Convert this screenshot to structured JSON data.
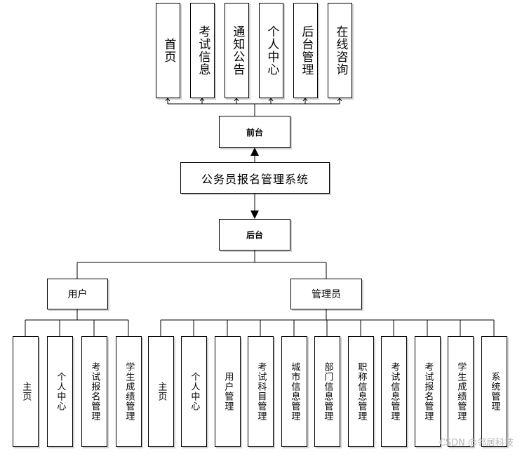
{
  "root": "公务员报名管理系统",
  "frontend": {
    "label": "前台",
    "items": [
      "首页",
      "考试信息",
      "通知公告",
      "个人中心",
      "后台管理",
      "在线咨询"
    ]
  },
  "backend": {
    "label": "后台",
    "user": {
      "label": "用户",
      "items": [
        "主页",
        "个人中心",
        "考试报名管理",
        "学生成绩管理"
      ]
    },
    "admin": {
      "label": "管理员",
      "items": [
        "主页",
        "个人中心",
        "用户管理",
        "考试科目管理",
        "城市信息管理",
        "部门信息管理",
        "职称信息管理",
        "考试信息管理",
        "考试报名管理",
        "学生成绩管理",
        "系统管理"
      ]
    }
  },
  "watermark": "CSDN @邻居科技"
}
